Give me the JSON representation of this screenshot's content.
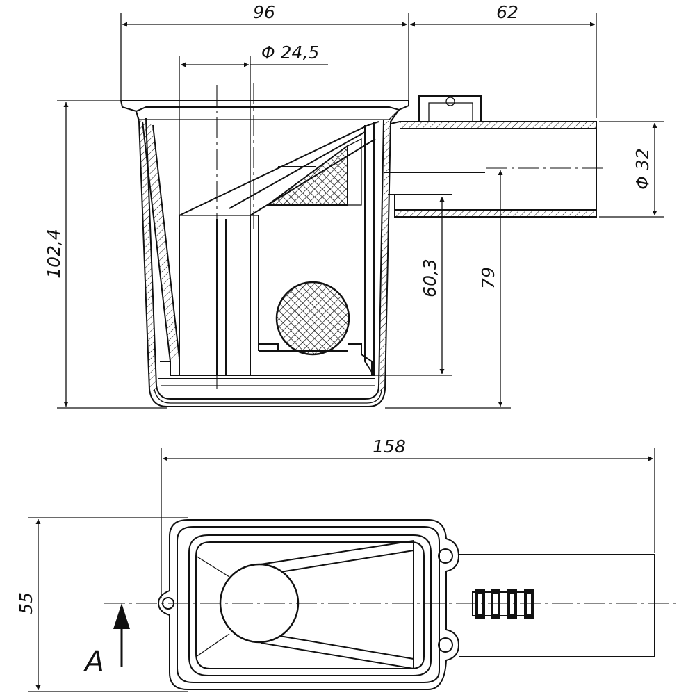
{
  "dimensions": {
    "top_width": "96",
    "outlet_length": "62",
    "inner_diameter": "Φ 24,5",
    "outlet_diameter": "Φ 32",
    "total_height": "102,4",
    "outlet_axis_height": "60,3",
    "outlet_top_height": "79",
    "total_length": "158",
    "plan_width": "55"
  },
  "section_marker": "A",
  "icons": {
    "mesh": "crosshatch-mesh-icon",
    "ball": "float-ball-icon"
  }
}
